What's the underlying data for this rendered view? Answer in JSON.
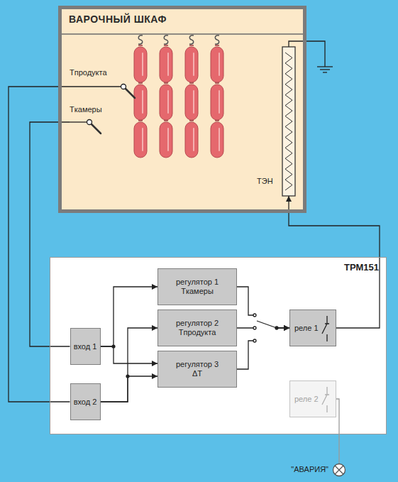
{
  "diagram": {
    "nodes": [
      {
        "text": [
          "ВАРОЧНЫЙ ШКАФ"
        ]
      },
      {
        "text": [
          "Tпродукта"
        ],
        "in": 0
      },
      {
        "text": [
          "Tкамеры"
        ],
        "in": 0
      },
      {
        "text": [
          "ТЭН"
        ],
        "in": 0
      },
      {
        "text": [
          "ТРМ151"
        ]
      },
      {
        "text": [
          "вход 1"
        ],
        "in": 4
      },
      {
        "text": [
          "вход 2"
        ],
        "in": 4
      },
      {
        "text": [
          "регулятор 1",
          "Tкамеры"
        ],
        "in": 4
      },
      {
        "text": [
          "регулятор 2",
          "Tпродукта"
        ],
        "in": 4
      },
      {
        "text": [
          "регулятор 3",
          "ΔT"
        ],
        "in": 4
      },
      {
        "text": [
          "реле 1"
        ],
        "in": 4
      },
      {
        "text": [
          "реле 2"
        ],
        "in": 4
      },
      {
        "text": [
          "\"АВАРИЯ\""
        ]
      }
    ],
    "edges": [
      {
        "from": 2,
        "to": 5,
        "arrow": "none"
      },
      {
        "from": 1,
        "to": 6,
        "arrow": "none"
      },
      {
        "from": 5,
        "to": 7,
        "arrow": "to"
      },
      {
        "from": 5,
        "to": 9,
        "arrow": "to"
      },
      {
        "from": 6,
        "to": 8,
        "arrow": "to"
      },
      {
        "from": 6,
        "to": 9,
        "arrow": "to"
      },
      {
        "from": 7,
        "to": 10,
        "arrow": "to"
      },
      {
        "from": 8,
        "to": 10,
        "arrow": "to"
      },
      {
        "from": 9,
        "to": 10,
        "arrow": "to"
      },
      {
        "from": 10,
        "to": 3,
        "arrow": "to"
      },
      {
        "from": 11,
        "to": 12,
        "arrow": "none"
      }
    ]
  }
}
